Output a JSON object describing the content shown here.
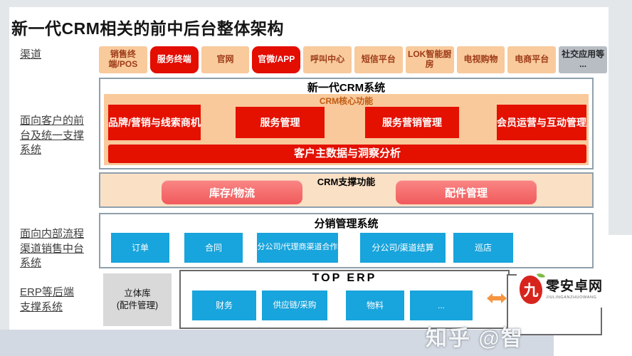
{
  "page": {
    "title": "新一代CRM相关的前中后台整体架构",
    "watermark": "知乎 @智"
  },
  "labels": {
    "channels": "渠道",
    "front": "面向客户的前台及统一支撑系统",
    "middle": "面向内部流程渠道销售中台系统",
    "back": "ERP等后端支撑系统"
  },
  "channels": [
    {
      "label": "销售终端/POS",
      "variant": "peach"
    },
    {
      "label": "服务终端",
      "variant": "red"
    },
    {
      "label": "官网",
      "variant": "peach"
    },
    {
      "label": "官微/APP",
      "variant": "red"
    },
    {
      "label": "呼叫中心",
      "variant": "peach"
    },
    {
      "label": "短信平台",
      "variant": "peach"
    },
    {
      "label": "LOK智能厨房",
      "variant": "peach"
    },
    {
      "label": "电视购物",
      "variant": "peach"
    },
    {
      "label": "电商平台",
      "variant": "peach"
    },
    {
      "label": "社交应用等 ...",
      "variant": "gray"
    }
  ],
  "crm": {
    "title": "新一代CRM系统",
    "core": {
      "label": "CRM核心功能",
      "modules": [
        "品牌/营销与线索商机",
        "服务管理",
        "服务营销管理",
        "会员运营与互动管理"
      ],
      "wide": "客户主数据与洞察分析"
    },
    "support": {
      "label": "CRM支撑功能",
      "modules": [
        "库存/物流",
        "配件管理"
      ]
    }
  },
  "dist": {
    "title": "分销管理系统",
    "modules": [
      "订单",
      "合同",
      "分公司/代理商渠道合作",
      "分公司/渠道结算",
      "巡店"
    ]
  },
  "backend": {
    "warehouse": {
      "line1": "立体库",
      "line2": "(配件管理)"
    },
    "erp": {
      "title": "TOP ERP",
      "modules": [
        "财务",
        "供应链/采购",
        "物料",
        "..."
      ]
    }
  },
  "logo": {
    "seal": "九",
    "name": "零安卓网",
    "sub": "JIULINGANZHUOWANG"
  },
  "colors": {
    "red_module": "#E41000",
    "red_chip": "#E30D00",
    "peach_chip": "#F8CA9C",
    "core_panel": "#F9C99B",
    "support_panel": "#FAE0C4",
    "salmon_pill": "#F15A5C",
    "blue_module": "#18A4DC",
    "arrow_orange": "#F6953F",
    "border_slate": "#8FA0AC",
    "logo_seal_red": "#D7251D"
  }
}
